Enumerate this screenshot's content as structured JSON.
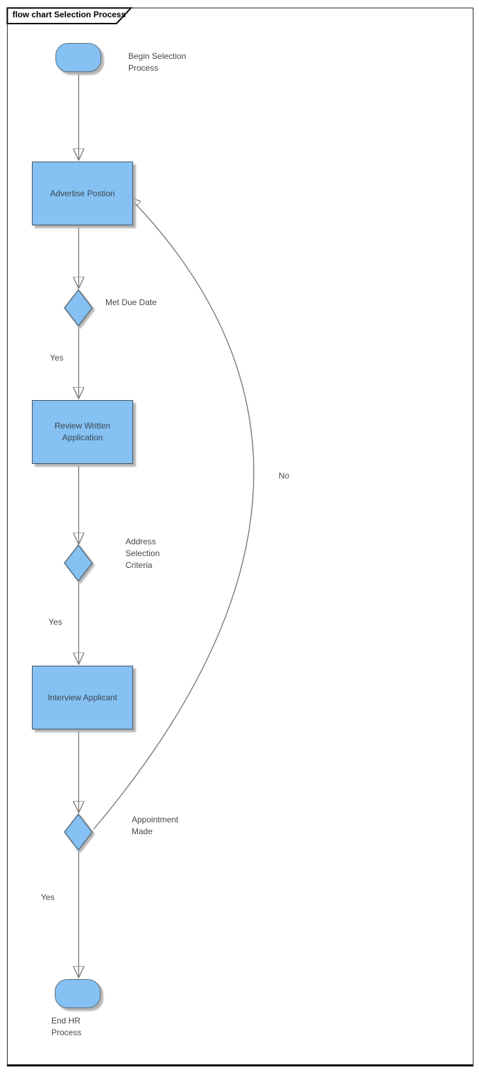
{
  "frame": {
    "title": "flow chart Selection Process",
    "diagram_type": "flowchart"
  },
  "nodes": [
    {
      "id": "start",
      "shape": "terminator",
      "label": "Begin Selection\nProcess"
    },
    {
      "id": "advertise",
      "shape": "process",
      "label": "Advertise Postion"
    },
    {
      "id": "met-due-date",
      "shape": "decision",
      "label": "Met Due Date"
    },
    {
      "id": "review",
      "shape": "process",
      "label": "Review Written\nApplication"
    },
    {
      "id": "address-criteria",
      "shape": "decision",
      "label": "Address\nSelection\nCriteria"
    },
    {
      "id": "interview",
      "shape": "process",
      "label": "Interview Applicant"
    },
    {
      "id": "appointment-made",
      "shape": "decision",
      "label": "Appointment\nMade"
    },
    {
      "id": "end",
      "shape": "terminator",
      "label": "End HR\nProcess"
    }
  ],
  "edge_labels": {
    "met_due_date_yes": "Yes",
    "address_criteria_yes": "Yes",
    "appointment_yes": "Yes",
    "appointment_no": "No"
  },
  "edges": [
    {
      "from": "start",
      "to": "advertise",
      "label": ""
    },
    {
      "from": "advertise",
      "to": "met-due-date",
      "label": ""
    },
    {
      "from": "met-due-date",
      "to": "review",
      "label": "Yes"
    },
    {
      "from": "review",
      "to": "address-criteria",
      "label": ""
    },
    {
      "from": "address-criteria",
      "to": "interview",
      "label": "Yes"
    },
    {
      "from": "interview",
      "to": "appointment-made",
      "label": ""
    },
    {
      "from": "appointment-made",
      "to": "end",
      "label": "Yes"
    },
    {
      "from": "appointment-made",
      "to": "advertise",
      "label": "No"
    }
  ],
  "colors": {
    "node_fill": "#85C1F3",
    "node_border": "#44535F",
    "connector": "#757575",
    "arrowhead": "#595959",
    "shadow": "#B4B4B4",
    "frame_border": "#000000",
    "node_text": "#3A4550",
    "label_text": "#474747"
  }
}
